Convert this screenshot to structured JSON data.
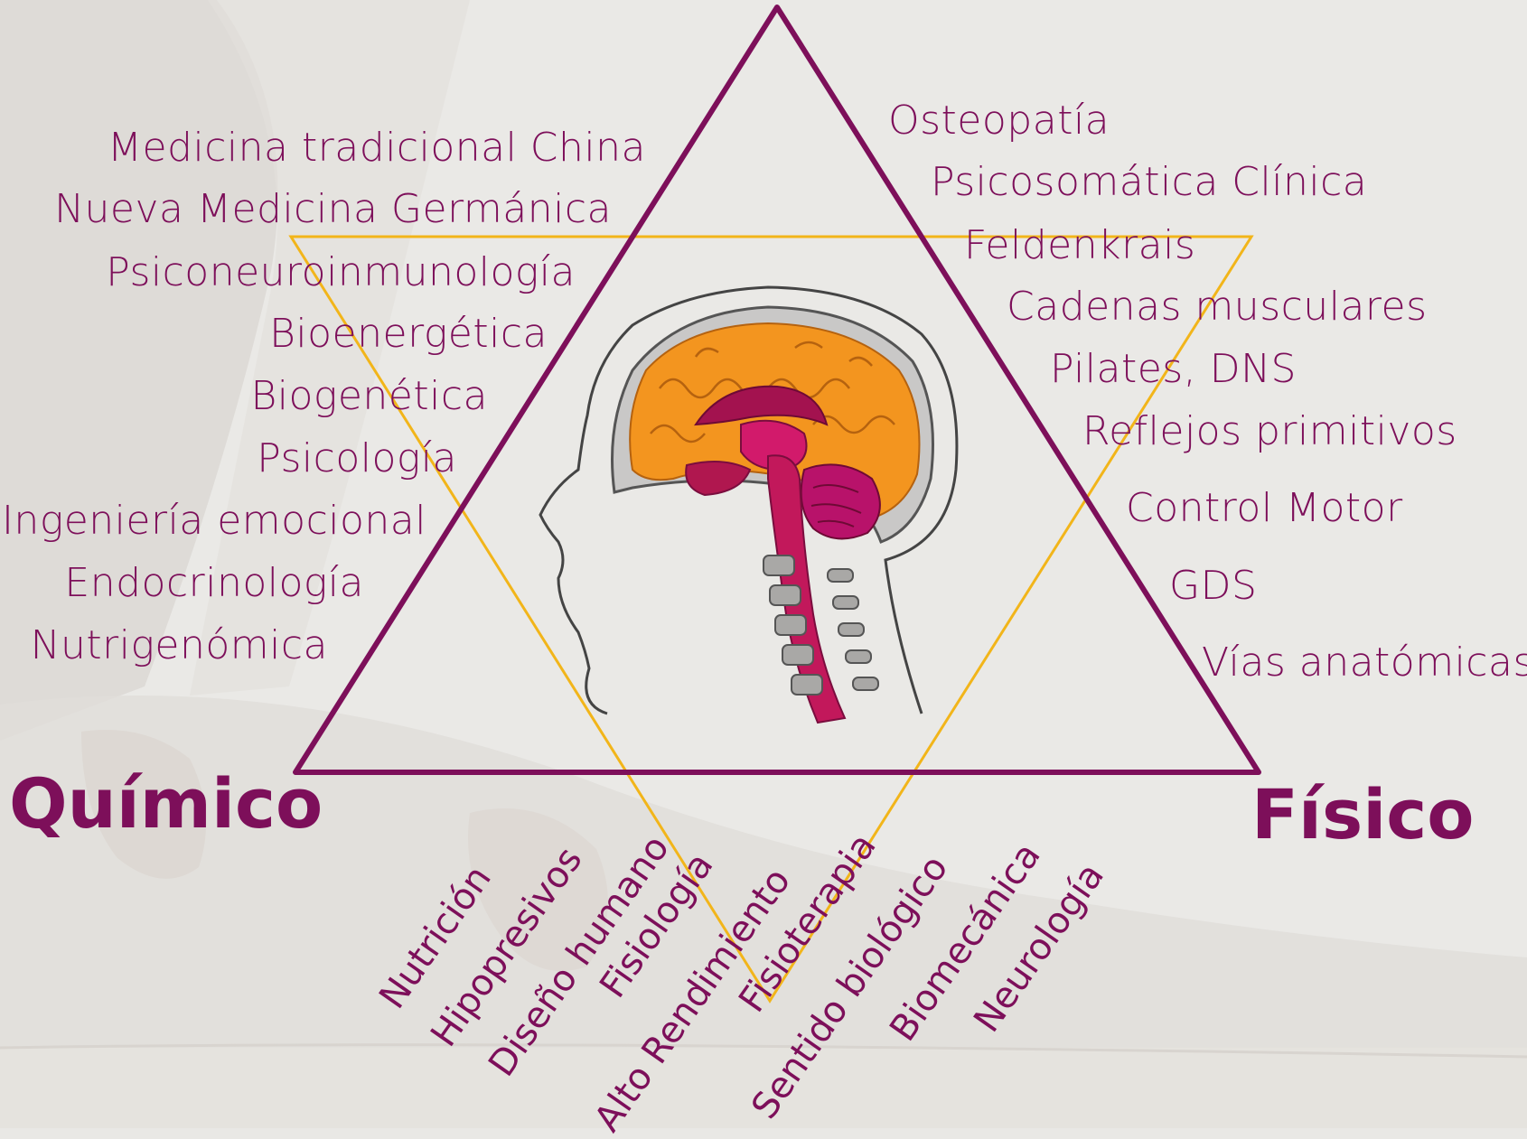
{
  "left_labels": [
    "Medicina tradicional China",
    "Nueva Medicina Germánica",
    "Psiconeuroinmunología",
    "Bioenergética",
    "Biogenética",
    "Psicología",
    "Ingeniería emocional",
    "Endocrinología",
    "Nutrigenómica"
  ],
  "right_labels": [
    "Osteopatía",
    "Psicosomática Clínica",
    "Feldenkrais",
    "Cadenas musculares",
    "Pilates, DNS",
    "Reflejos primitivos",
    "Control Motor",
    "GDS",
    "Vías anatómicas"
  ],
  "bottom_labels": [
    "Nutrición",
    "Hipopresivos",
    "Diseño humano",
    "Fisiología",
    "Alto Rendimiento",
    "Fisioterapia",
    "Sentido biológico",
    "Biomecánica",
    "Neurología"
  ],
  "corners": {
    "left": "Químico",
    "right": "Físico"
  },
  "colors": {
    "accent": "#7d0f5a",
    "gold": "#f2b51a",
    "cortex": "#f3951f",
    "brainstem": "#c2185b"
  },
  "icons": {
    "center": "brain-head-sagittal-icon"
  }
}
